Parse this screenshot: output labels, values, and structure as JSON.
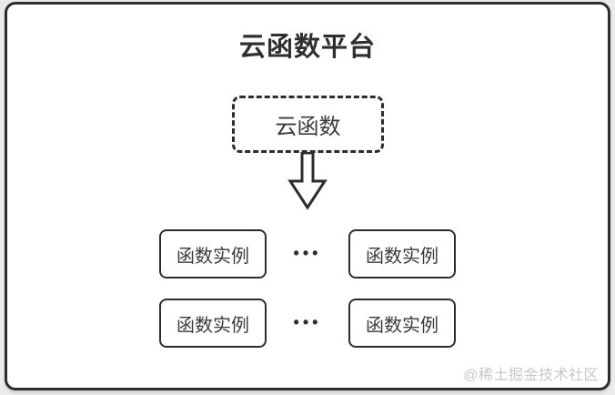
{
  "diagram": {
    "title": "云函数平台",
    "cloud_function": {
      "label": "云函数"
    },
    "dots": "•••",
    "instances": [
      "函数实例",
      "函数实例",
      "函数实例",
      "函数实例"
    ]
  },
  "watermark": {
    "text": "@稀土掘金技术社区"
  },
  "colors": {
    "background": "#ebebeb",
    "panel": "#ffffff",
    "border": "#2d2d2d",
    "text": "#3a3a3a",
    "watermark": "#c7c7c7"
  }
}
